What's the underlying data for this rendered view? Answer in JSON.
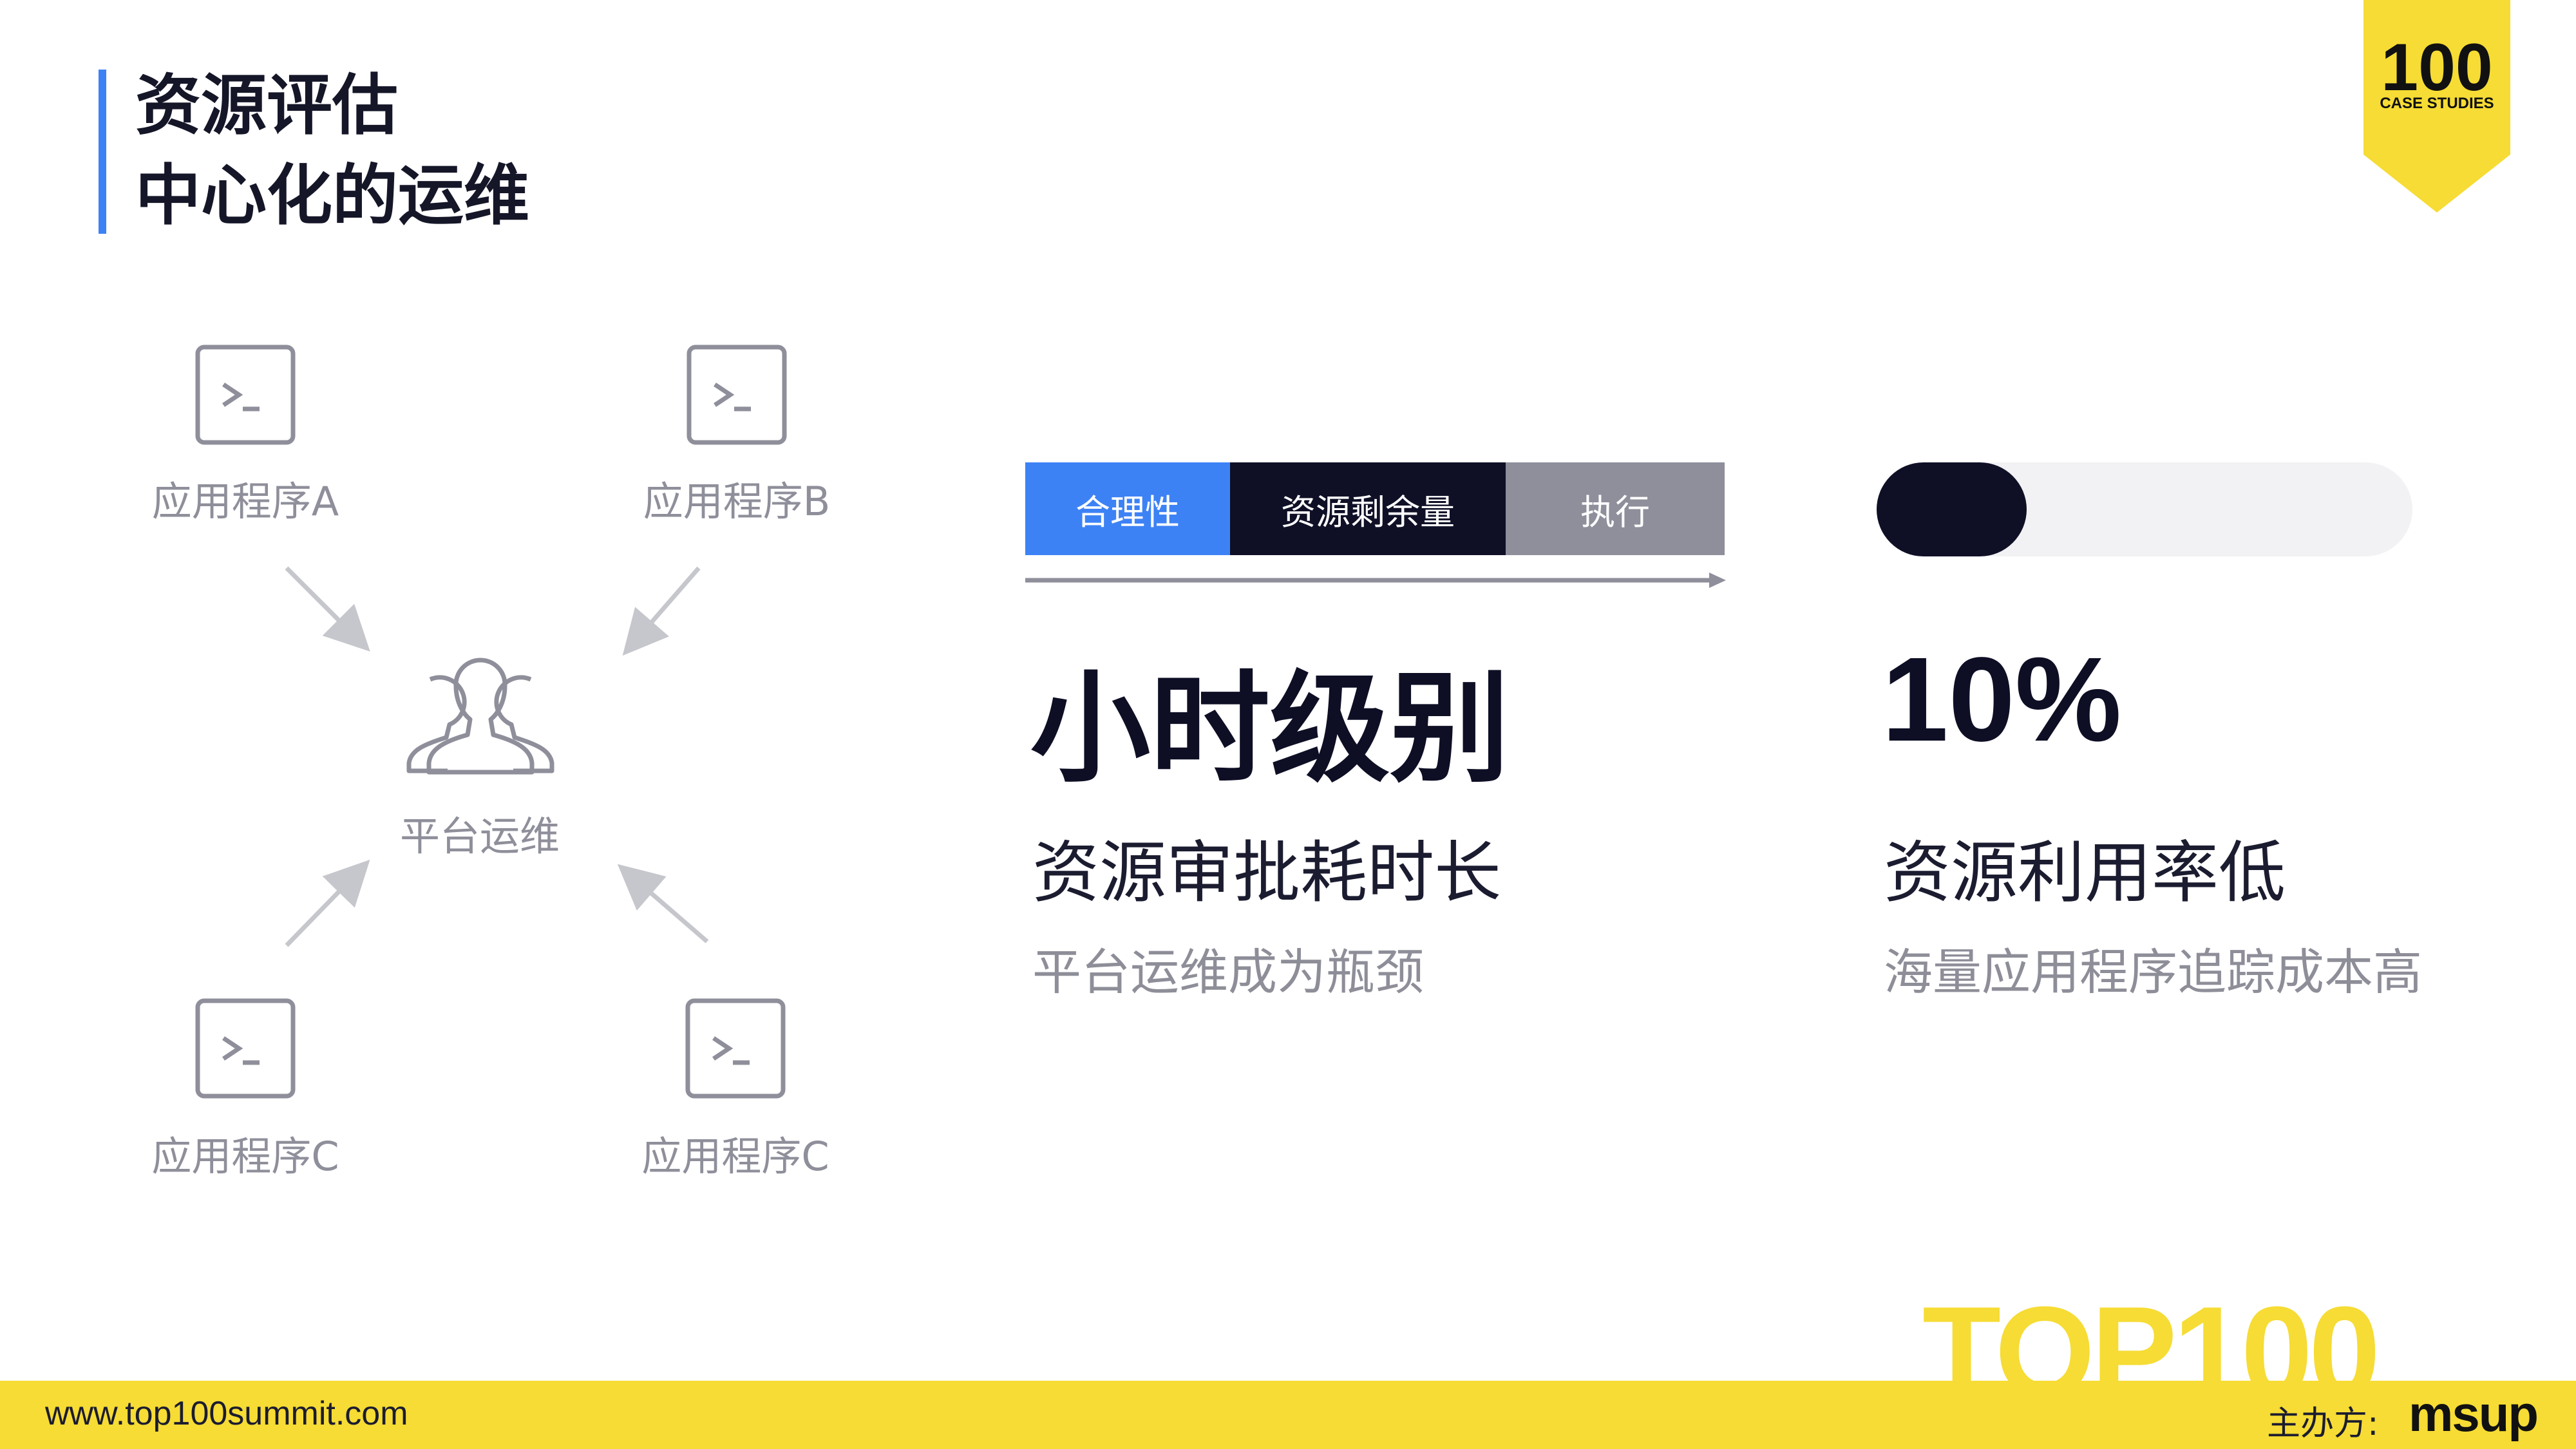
{
  "slide": {
    "title_line1": "资源评估",
    "title_line2": "中心化的运维",
    "badge_number": "100",
    "badge_text": "CASE STUDIES"
  },
  "diagram": {
    "apps": [
      {
        "label": "应用程序A",
        "icon": "terminal-icon"
      },
      {
        "label": "应用程序B",
        "icon": "terminal-icon"
      },
      {
        "label": "应用程序C",
        "icon": "terminal-icon"
      },
      {
        "label": "应用程序C",
        "icon": "terminal-icon"
      }
    ],
    "center_label": "平台运维",
    "center_icon": "group-users-icon"
  },
  "process_bar": {
    "segments": [
      {
        "label": "合理性",
        "color": "#3d82f5"
      },
      {
        "label": "资源剩余量",
        "color": "#0f1026"
      },
      {
        "label": "执行",
        "color": "#8e8f9b"
      }
    ]
  },
  "left_stat": {
    "headline": "小时级别",
    "subhead": "资源审批耗时长",
    "detail": "平台运维成为瓶颈"
  },
  "right_stat": {
    "progress_fraction": 0.28,
    "headline": "10%",
    "subhead": "资源利用率低",
    "detail": "海量应用程序追踪成本高"
  },
  "footer": {
    "url": "www.top100summit.com",
    "organizer_label": "主办方:",
    "organizer_brand": "msup",
    "event_logo": "TOP100",
    "accent_color": "#f6dc34"
  }
}
